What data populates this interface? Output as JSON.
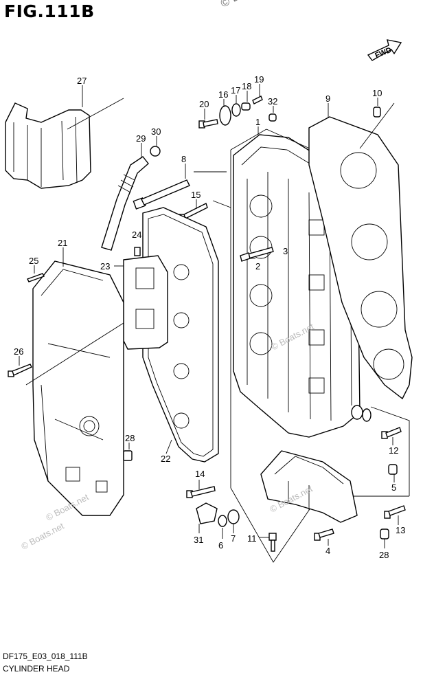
{
  "figure": {
    "title": "FIG.111B",
    "watermark": "© Boats.net",
    "fwd_label": "FWD",
    "code": "DF175_E03_018_111B",
    "caption": "CYLINDER HEAD"
  },
  "callouts": [
    "27",
    "29",
    "30",
    "8",
    "15",
    "24",
    "23",
    "21",
    "25",
    "26",
    "28",
    "22",
    "14",
    "31",
    "6",
    "7",
    "11",
    "20",
    "16",
    "17",
    "18",
    "19",
    "32",
    "1",
    "9",
    "10",
    "3",
    "2",
    "12",
    "5",
    "13",
    "4",
    "28"
  ]
}
